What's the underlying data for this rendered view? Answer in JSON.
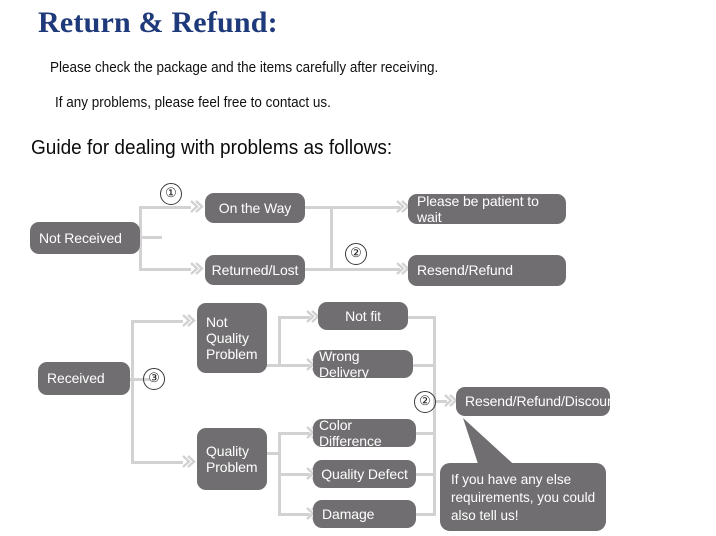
{
  "header": {
    "title": "Return & Refund:",
    "line1": "Please check the package and the items carefully after receiving.",
    "line2": "If any problems, please feel free to contact us.",
    "section_heading": "Guide for dealing with problems as follows:"
  },
  "colors": {
    "title": "#1f3a7a",
    "node_fill": "#706e70",
    "node_text": "#ffffff",
    "connector": "#d2d2d2",
    "background": "#ffffff",
    "step_marker": "#1a1a1a"
  },
  "flow": {
    "steps": [
      {
        "id": "step-1",
        "label": "①"
      },
      {
        "id": "step-2-top",
        "label": "②"
      },
      {
        "id": "step-3",
        "label": "③"
      },
      {
        "id": "step-2-bottom",
        "label": "②"
      }
    ],
    "not_received": {
      "root": "Not Received",
      "branches": [
        {
          "label": "On the Way",
          "outcome": "Please be patient to wait"
        },
        {
          "label": "Returned/Lost",
          "outcome": "Resend/Refund"
        }
      ]
    },
    "received": {
      "root": "Received",
      "categories": [
        {
          "label": "Not\nQuality\nProblem",
          "reasons": [
            "Not fit",
            "Wrong Delivery"
          ]
        },
        {
          "label": "Quality\nProblem",
          "reasons": [
            "Color Difference",
            "Quality Defect",
            "Damage"
          ]
        }
      ],
      "outcome": "Resend/Refund/Discount"
    },
    "callout": "If you have any else\nrequirements, you could\nalso tell us!"
  }
}
